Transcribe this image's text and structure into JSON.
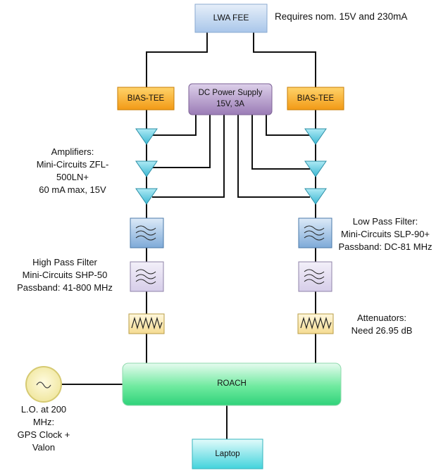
{
  "boxes": {
    "lwa_fee": "LWA FEE",
    "dc_supply_line1": "DC Power Supply",
    "dc_supply_line2": "15V, 3A",
    "bias_tee_left": "BIAS-TEE",
    "bias_tee_right": "BIAS-TEE",
    "roach": "ROACH",
    "laptop": "Laptop"
  },
  "annotations": {
    "fee_requirement": "Requires nom. 15V and 230mA",
    "amplifiers": [
      "Amplifiers:",
      "Mini-Circuits ZFL-",
      "500LN+",
      "60 mA max, 15V"
    ],
    "low_pass": [
      "Low Pass Filter:",
      "Mini-Circuits SLP-90+",
      "Passband: DC-81 MHz"
    ],
    "high_pass": [
      "High Pass Filter",
      "Mini-Circuits SHP-50",
      "Passband: 41-800 MHz"
    ],
    "attenuators": [
      "Attenuators:",
      "Need 26.95 dB"
    ],
    "lo": [
      "L.O. at 200",
      "MHz:",
      "GPS Clock +",
      "Valon"
    ]
  },
  "colors": {
    "fee_box": "#bcd3ee",
    "bias_tee": "#f5a623",
    "dc_supply": "#a78bbf",
    "amplifier": "#55c8e0",
    "low_pass_filter": "#8fb8e0",
    "high_pass_filter": "#e2dcef",
    "attenuator": "#fbe9b6",
    "roach": "#3ee08a",
    "laptop": "#4fd8e0",
    "oscillator": "#f6f0b0",
    "wire": "#111111"
  }
}
